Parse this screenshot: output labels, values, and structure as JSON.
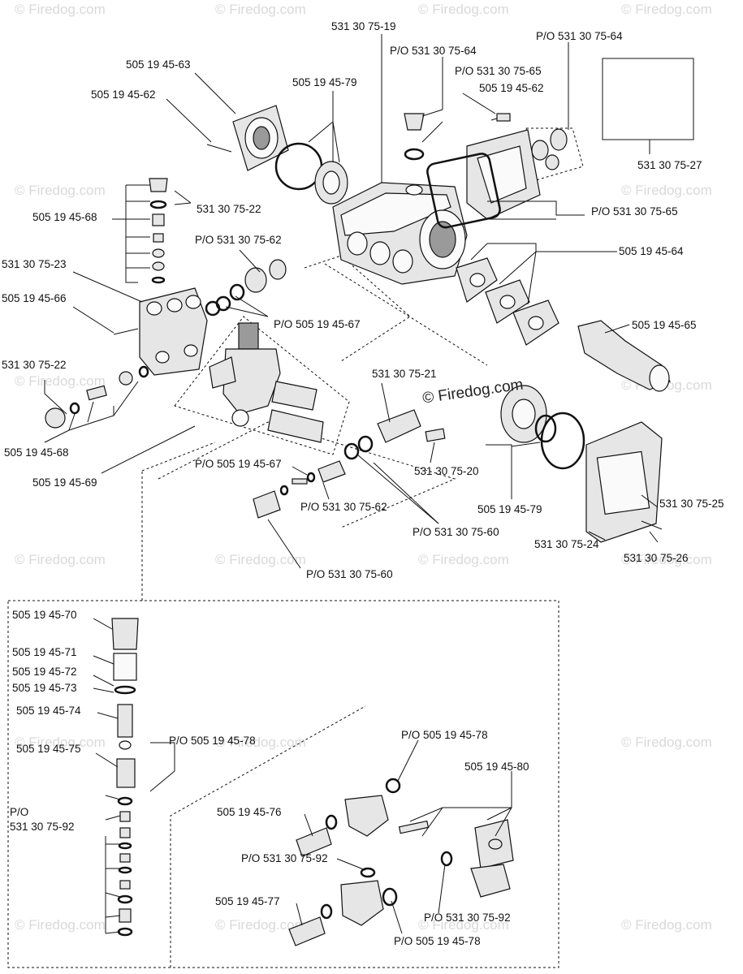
{
  "watermark": {
    "text": "© Firedog.com",
    "center_text": "© Firedog.com"
  },
  "labels": {
    "l_531_30_75_19": "531 30 75-19",
    "l_po_531_30_75_64_a": "P/O 531 30 75-64",
    "l_po_531_30_75_64_b": "P/O 531 30 75-64",
    "l_po_531_30_75_65_a": "P/O 531 30 75-65",
    "l_505_19_45_62_b": "505 19 45-62",
    "l_505_19_45_63": "505 19 45-63",
    "l_505_19_45_79_a": "505 19 45-79",
    "l_505_19_45_62_a": "505 19 45-62",
    "l_531_30_75_27": "531 30 75-27",
    "l_531_30_75_22_a": "531 30 75-22",
    "l_505_19_45_68_a": "505 19 45-68",
    "l_po_531_30_75_65_b": "P/O 531 30 75-65",
    "l_po_531_30_75_62_a": "P/O 531 30 75-62",
    "l_531_30_75_23": "531 30 75-23",
    "l_505_19_45_64": "505 19 45-64",
    "l_505_19_45_66": "505 19 45-66",
    "l_po_505_19_45_67_a": "P/O 505 19 45-67",
    "l_505_19_45_65": "505 19 45-65",
    "l_531_30_75_22_b": "531 30 75-22",
    "l_531_30_75_21": "531 30 75-21",
    "l_505_19_45_68_b": "505 19 45-68",
    "l_505_19_45_69": "505 19 45-69",
    "l_po_505_19_45_67_b": "P/O 505 19 45-67",
    "l_531_30_75_20": "531 30 75-20",
    "l_po_531_30_75_62_b": "P/O 531 30 75-62",
    "l_505_19_45_79_b": "505 19 45-79",
    "l_531_30_75_25": "531 30 75-25",
    "l_po_531_30_75_60_a": "P/O 531 30 75-60",
    "l_531_30_75_24": "531 30 75-24",
    "l_531_30_75_26": "531 30 75-26",
    "l_po_531_30_75_60_b": "P/O 531 30 75-60",
    "l_505_19_45_70": "505 19 45-70",
    "l_505_19_45_71": "505 19 45-71",
    "l_505_19_45_72": "505 19 45-72",
    "l_505_19_45_73": "505 19 45-73",
    "l_505_19_45_74": "505 19 45-74",
    "l_505_19_45_75": "505 19 45-75",
    "l_po_505_19_45_78_a": "P/O 505 19 45-78",
    "l_po_505_19_45_78_b": "P/O 505 19 45-78",
    "l_505_19_45_80": "505 19 45-80",
    "l_po_prefix": "P/O",
    "l_531_30_75_92_a": "531 30 75-92",
    "l_505_19_45_76": "505 19 45-76",
    "l_po_531_30_75_92_b": "P/O 531 30 75-92",
    "l_505_19_45_77": "505 19 45-77",
    "l_po_531_30_75_92_c": "P/O 531 30 75-92",
    "l_po_505_19_45_78_c": "P/O 505 19 45-78"
  }
}
